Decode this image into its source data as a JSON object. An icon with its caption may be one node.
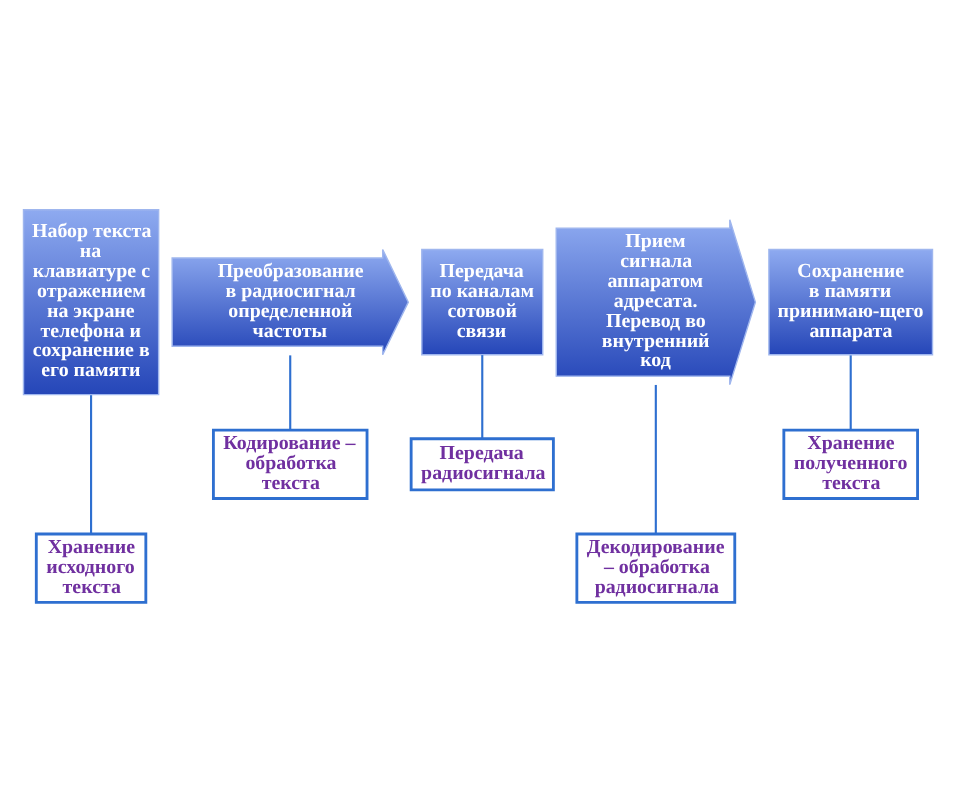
{
  "diagram": {
    "nodes": [
      {
        "text": [
          "Набор текста на клавиатуре с отражением на экране телефона и сохранение в его памяти"
        ]
      },
      {
        "text": [
          "Преобразование в радиосигнал определенной частоты"
        ]
      },
      {
        "text": [
          "Передача по каналам сотовой связи"
        ]
      },
      {
        "text": [
          "Прием сигнала аппаратом адресата. Перевод во внутренний код"
        ]
      },
      {
        "text": [
          "Сохранение в памяти принимаю-щего аппарата"
        ]
      },
      {
        "text": [
          "Хранение исходного текста"
        ]
      },
      {
        "text": [
          "Кодирование – обработка текста"
        ]
      },
      {
        "text": [
          "Передача радиосигнала"
        ]
      },
      {
        "text": [
          "Декодирование – обработка радиосигнала"
        ]
      },
      {
        "text": [
          "Хранение полученного текста"
        ]
      }
    ],
    "edges": [
      {
        "from": 5,
        "to": 0,
        "arrow": "none"
      },
      {
        "from": 6,
        "to": 1,
        "arrow": "none"
      },
      {
        "from": 7,
        "to": 2,
        "arrow": "none"
      },
      {
        "from": 8,
        "to": 3,
        "arrow": "none"
      },
      {
        "from": 9,
        "to": 4,
        "arrow": "none"
      }
    ]
  }
}
